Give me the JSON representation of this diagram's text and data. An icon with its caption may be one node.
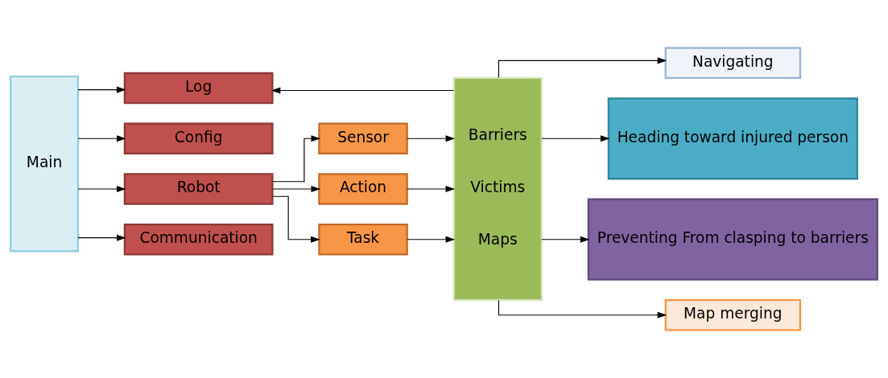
{
  "diagram": {
    "nodes": [
      {
        "text": [
          "Main"
        ]
      },
      {
        "text": [
          "Log"
        ]
      },
      {
        "text": [
          "Config"
        ]
      },
      {
        "text": [
          "Robot"
        ]
      },
      {
        "text": [
          "Communication"
        ]
      },
      {
        "text": [
          "Sensor"
        ]
      },
      {
        "text": [
          "Action"
        ]
      },
      {
        "text": [
          "Task"
        ]
      },
      {
        "text": [
          "Barriers",
          "Victims",
          "Maps"
        ]
      },
      {
        "text": [
          "Navigating"
        ]
      },
      {
        "text": [
          "Heading toward injured person"
        ]
      },
      {
        "text": [
          "Preventing From clasping to barriers"
        ]
      },
      {
        "text": [
          "Map merging"
        ]
      }
    ],
    "edges": [
      {
        "from": 0,
        "to": 1,
        "arrow": "to"
      },
      {
        "from": 0,
        "to": 2,
        "arrow": "to"
      },
      {
        "from": 0,
        "to": 3,
        "arrow": "to"
      },
      {
        "from": 0,
        "to": 4,
        "arrow": "to"
      },
      {
        "from": 3,
        "to": 5,
        "arrow": "to"
      },
      {
        "from": 3,
        "to": 6,
        "arrow": "to"
      },
      {
        "from": 3,
        "to": 7,
        "arrow": "to"
      },
      {
        "from": 5,
        "to": 8,
        "arrow": "to"
      },
      {
        "from": 6,
        "to": 8,
        "arrow": "to"
      },
      {
        "from": 7,
        "to": 8,
        "arrow": "to"
      },
      {
        "from": 8,
        "to": 1,
        "arrow": "to"
      },
      {
        "from": 8,
        "to": 9,
        "arrow": "to"
      },
      {
        "from": 8,
        "to": 10,
        "arrow": "to"
      },
      {
        "from": 8,
        "to": 11,
        "arrow": "to"
      },
      {
        "from": 8,
        "to": 12,
        "arrow": "to"
      }
    ]
  }
}
